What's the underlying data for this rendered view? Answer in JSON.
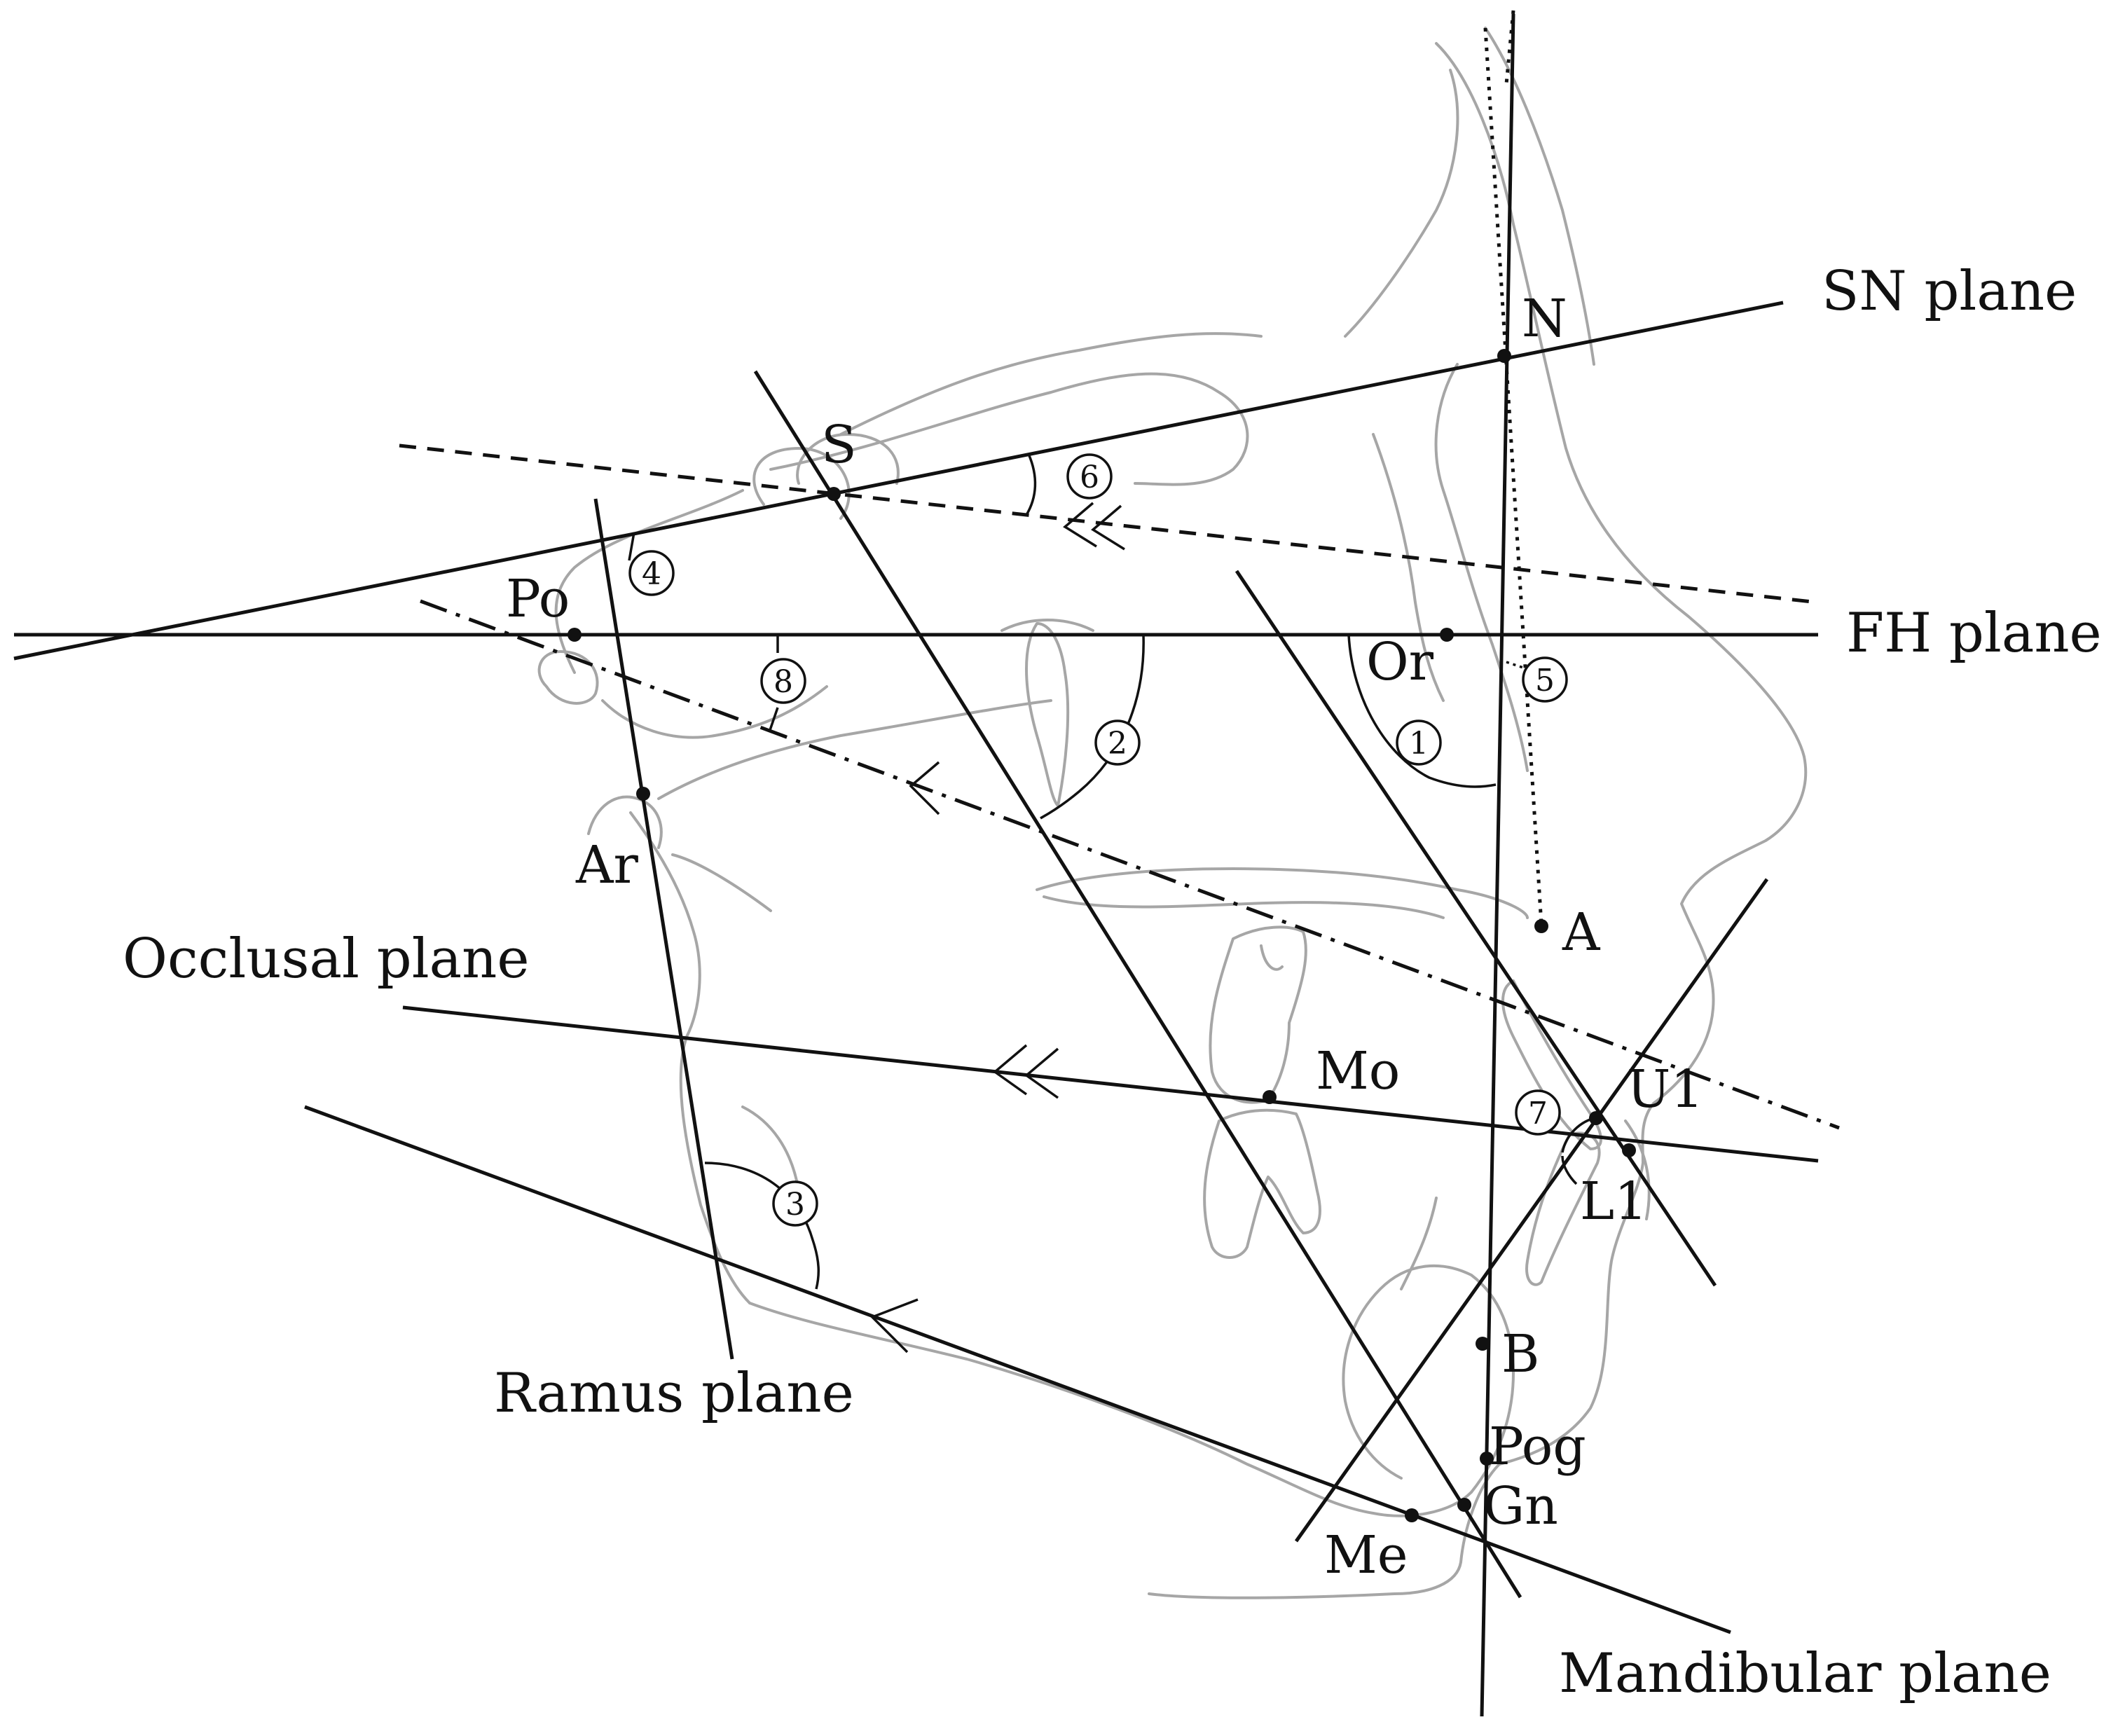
{
  "planes": {
    "sn": "SN plane",
    "fh": "FH plane",
    "occlusal": "Occlusal plane",
    "ramus": "Ramus plane",
    "mandibular": "Mandibular plane"
  },
  "landmarks": {
    "n": "N",
    "s": "S",
    "po": "Po",
    "or": "Or",
    "ar": "Ar",
    "a": "A",
    "mo": "Mo",
    "u1": "U1",
    "l1": "L1",
    "b": "B",
    "pog": "Pog",
    "gn": "Gn",
    "me": "Me"
  },
  "angles": {
    "a1": "1",
    "a2": "2",
    "a3": "3",
    "a4": "4",
    "a5": "5",
    "a6": "6",
    "a7": "7",
    "a8": "8"
  },
  "colors": {
    "line": "#111111",
    "tracing": "#a6a6a6",
    "background": "#ffffff"
  }
}
